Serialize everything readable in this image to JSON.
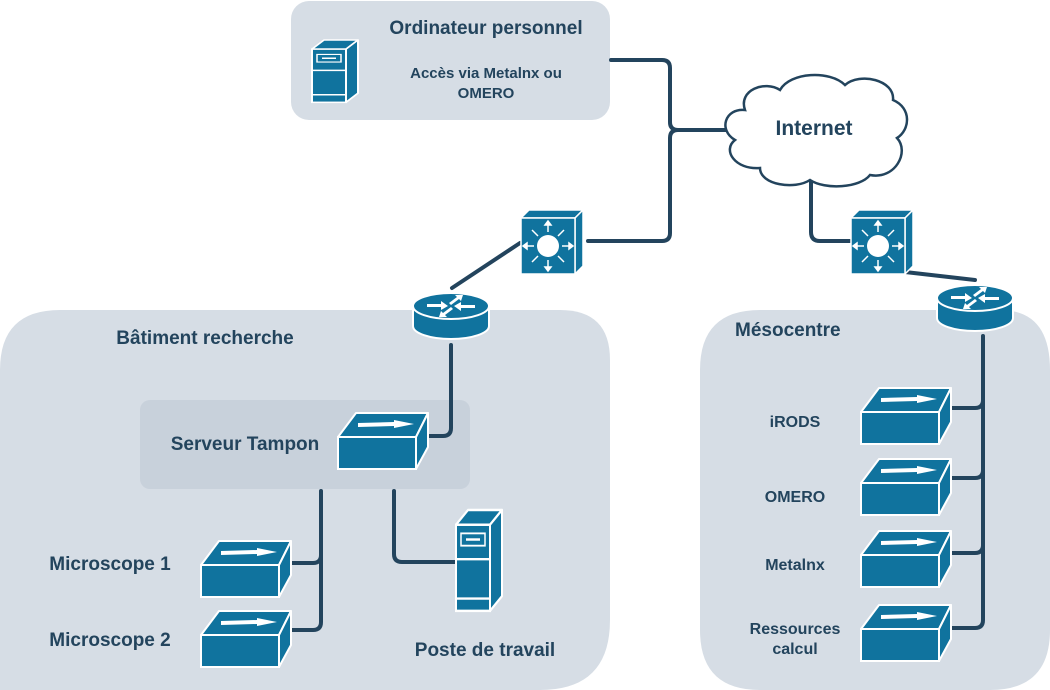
{
  "colors": {
    "background": "#ffffff",
    "zone_fill": "#d6dde5",
    "inner_zone_fill": "#c8d1db",
    "device_fill": "#10739e",
    "device_stroke": "#ffffff",
    "link": "#23445d",
    "text": "#23445d"
  },
  "pc_zone": {
    "title": "Ordinateur personnel",
    "subtitle_line1": "Accès via Metalnx ou",
    "subtitle_line2": "OMERO",
    "icon": "workstation-icon"
  },
  "internet": {
    "label": "Internet",
    "icon": "cloud-icon"
  },
  "left_building": {
    "title": "Bâtiment recherche",
    "buffer_server": {
      "label": "Serveur Tampon",
      "icon": "server-icon"
    },
    "devices": [
      {
        "label": "Microscope 1",
        "icon": "server-icon"
      },
      {
        "label": "Microscope 2",
        "icon": "server-icon"
      }
    ],
    "workstation": {
      "label": "Poste de travail",
      "icon": "workstation-icon"
    },
    "router_icon": "router-icon",
    "switch_icon": "layer3-switch-icon"
  },
  "mesocentre": {
    "title": "Mésocentre",
    "services": [
      {
        "label_line1": "iRODS",
        "label_line2": ""
      },
      {
        "label_line1": "OMERO",
        "label_line2": ""
      },
      {
        "label_line1": "Metalnx",
        "label_line2": ""
      },
      {
        "label_line1": "Ressources",
        "label_line2": "calcul"
      }
    ],
    "router_icon": "router-icon",
    "switch_icon": "layer3-switch-icon"
  }
}
